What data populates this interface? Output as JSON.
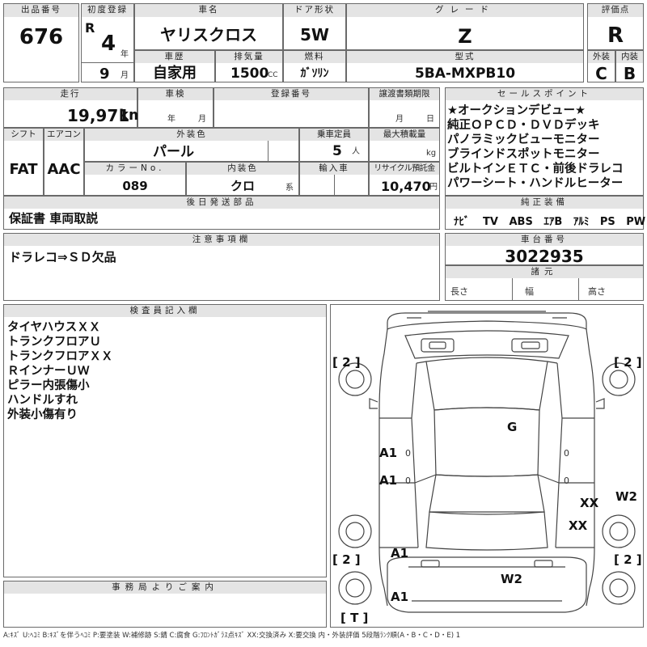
{
  "top": {
    "lot_no_label": "出品番号",
    "lot_no": "676",
    "first_reg_label": "初度登録",
    "era": "R",
    "year": "4",
    "year_unit": "年",
    "month": "9",
    "month_unit": "月",
    "name_label": "車名",
    "name": "ヤリスクロス",
    "history_label": "車歴",
    "history": "自家用",
    "displacement_label": "排気量",
    "displacement": "1500",
    "displacement_unit": "CC",
    "door_label": "ドア形状",
    "door": "5W",
    "fuel_label": "燃料",
    "fuel": "ｶﾞｿﾘﾝ",
    "grade_label": "グレード",
    "grade": "Z",
    "model_label": "型式",
    "model": "5BA-MXPB10",
    "score_label": "評価点",
    "score": "R",
    "ext_label": "外装",
    "ext": "C",
    "int_label": "内装",
    "int": "B"
  },
  "row2": {
    "mileage_label": "走行",
    "mileage": "19,971",
    "mileage_unit": "km",
    "inspection_label": "車検",
    "insp_year_unit": "年",
    "insp_month_unit": "月",
    "reg_no_label": "登録番号",
    "transfer_label": "譲渡書類期限",
    "transfer_month_unit": "月",
    "transfer_day_unit": "日",
    "shift_label": "シフト",
    "shift": "FAT",
    "ac_label": "エアコン",
    "ac": "AAC",
    "color_label": "外装色",
    "color": "パール",
    "capacity_label": "乗車定員",
    "capacity": "5",
    "capacity_unit": "人",
    "maxload_label": "最大積載量",
    "maxload_unit": "kg",
    "color_no_label": "カラーNo.",
    "color_no": "089",
    "int_color_label": "内装色",
    "int_color": "クロ",
    "int_color_unit": "系",
    "import_label": "輸入車",
    "recycle_label": "リサイクル預託金",
    "recycle": "10,470",
    "recycle_unit": "円",
    "later_label": "後日発送部品",
    "later": "保証書 車両取説"
  },
  "sales": {
    "label": "セールスポイント",
    "lines": [
      "★オークションデビュー★",
      "純正ＯＰＣＤ・ＤＶＤデッキ",
      "パノラミックビューモニター",
      "ブラインドスポットモニター",
      "ビルトインＥＴＣ・前後ドラレコ",
      "パワーシート・ハンドルヒーター"
    ]
  },
  "equip": {
    "label": "純正装備",
    "items": [
      "ﾅﾋﾞ",
      "TV",
      "ABS",
      "ｴｱB",
      "ｱﾙﾐ",
      "PS",
      "PW"
    ]
  },
  "notes": {
    "label": "注意事項欄",
    "text": "ドラレコ⇒ＳＤ欠品"
  },
  "chassis": {
    "label": "車台番号",
    "value": "3022935",
    "spec_label": "諸元",
    "length_label": "長さ",
    "width_label": "幅",
    "height_label": "高さ"
  },
  "inspector": {
    "label": "検査員記入欄",
    "lines": [
      "タイヤハウスＸＸ",
      "トランクフロアＵ",
      "トランクフロアＸＸ",
      "ＲインナーＵＷ",
      "ピラー内張傷小",
      "ハンドルすれ",
      "外装小傷有り"
    ]
  },
  "office": {
    "label": "事務局よりご案内"
  },
  "diagram": {
    "tread_fl": "[ 2 ]",
    "tread_fr": "[ 2 ]",
    "tread_rl": "[ 2 ]",
    "tread_rr": "[ 2 ]",
    "spare": "[ T ]",
    "marks": {
      "g": "G",
      "a1_door_f": "A1",
      "a1_door_r": "A1",
      "a1_fender_r": "A1",
      "a1_bumper": "A1",
      "xx_rear_1": "XX",
      "xx_rear_2": "XX",
      "w2_side": "W2",
      "w2_rear": "W2",
      "zero_1": "0",
      "zero_2": "0",
      "zero_3": "0",
      "zero_4": "0"
    }
  },
  "legend": "A:ｷｽﾞ U:ﾍｺﾐ B:ｷｽﾞを伴うﾍｺﾐ P:要塗装 W:補修跡 S:錆 C:腐食 G:ﾌﾛﾝﾄｶﾞﾗｽ点ｷｽﾞ XX:交換済み X:要交換 内・外装評価 5段階ﾗﾝｸ順(A・B・C・D・E) 1"
}
